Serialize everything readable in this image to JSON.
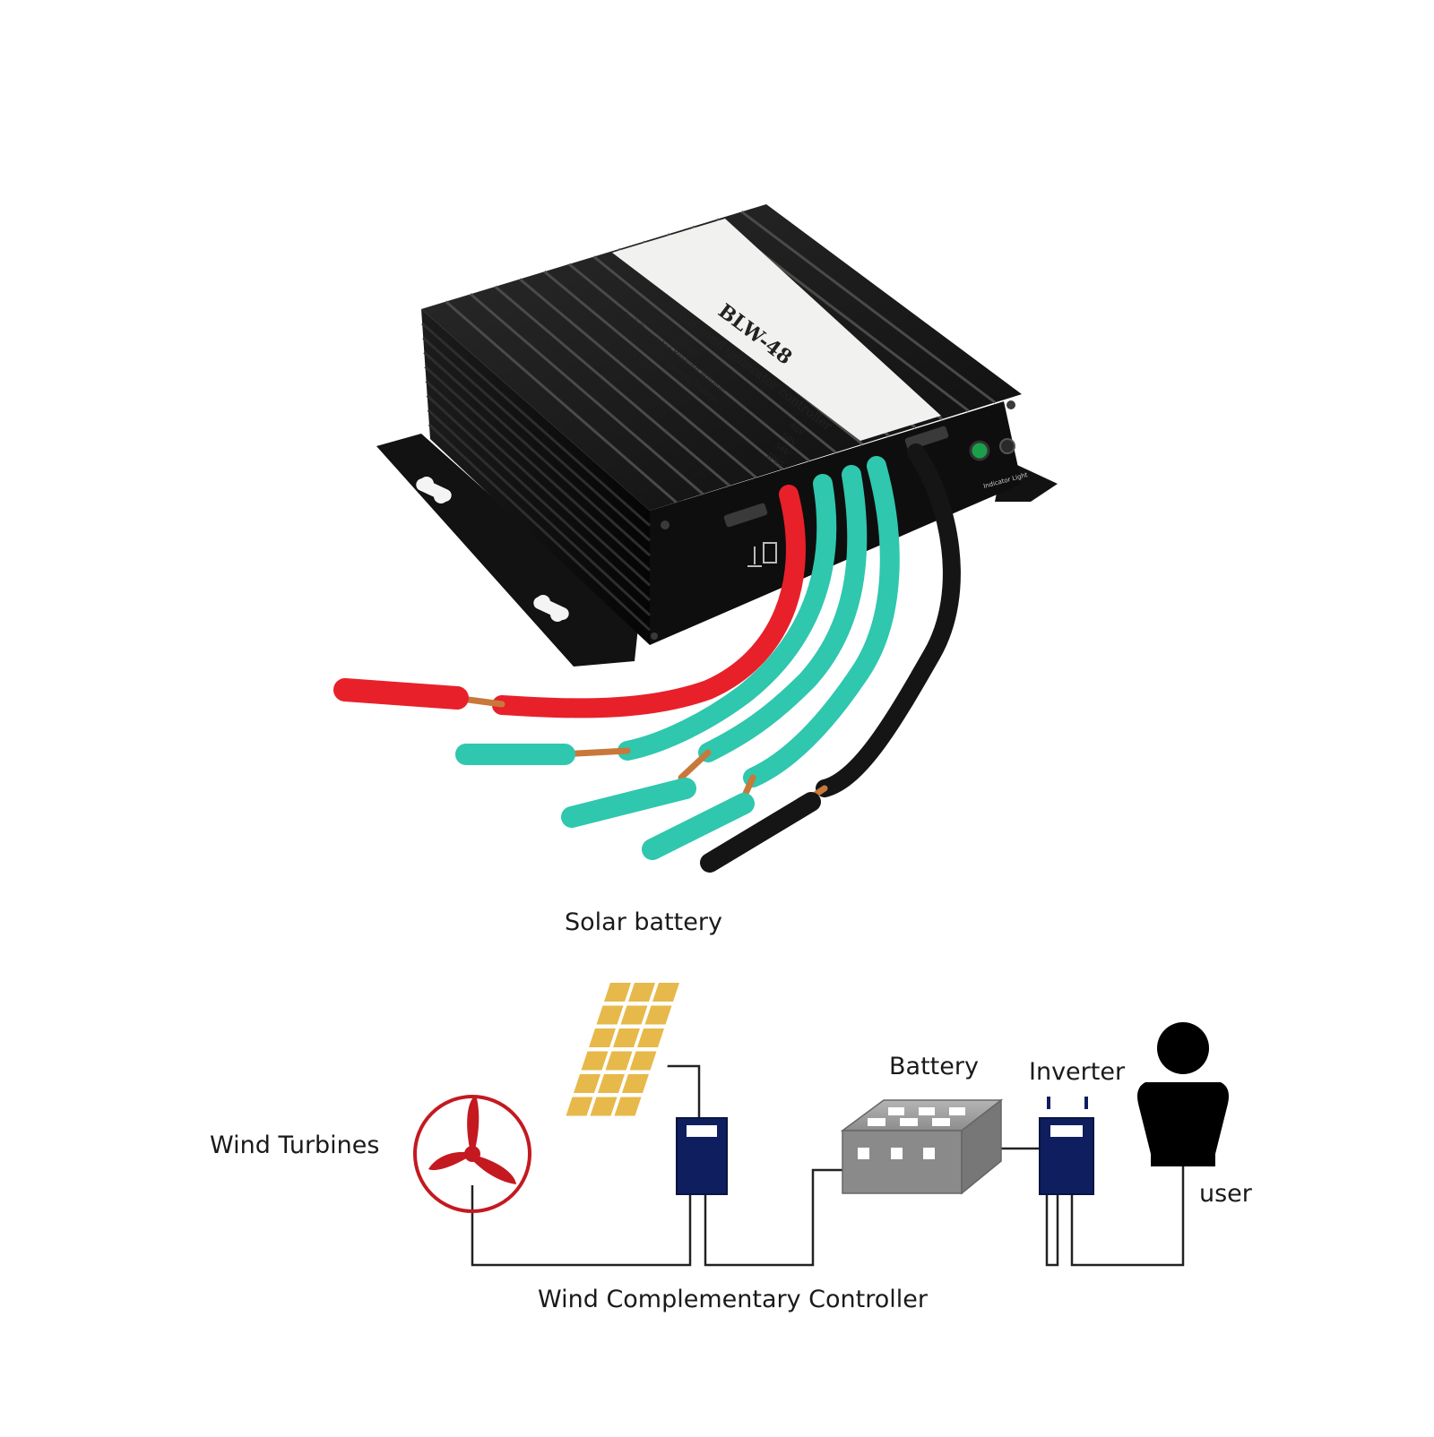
{
  "product": {
    "model": "BLW-48",
    "label_title": "Waterproof  wind  generator  controller",
    "label_lines": [
      "Rated Battery voltage",
      "Wind Generator Braking Voltage",
      "Wind Generator Recover Voltage",
      "Protection class"
    ],
    "label_values": [
      "48V",
      "60V",
      "54V",
      "IP67"
    ],
    "indicator_label": "Indicator Light",
    "wire_colors": {
      "red": "#e8202a",
      "teal": "#2fc7ae",
      "black": "#151515"
    }
  },
  "diagram": {
    "solar_label": "Solar battery",
    "wind_label": "Wind Turbines",
    "battery_label": "Battery",
    "inverter_label": "Inverter",
    "user_label": "user",
    "controller_label": "Wind Complementary Controller",
    "colors": {
      "turbine": "#c41920",
      "panel": "#e6b94a",
      "controller": "#0f1e5e",
      "battery": "#8a8a8a",
      "user": "#000000",
      "line": "#222222"
    }
  }
}
